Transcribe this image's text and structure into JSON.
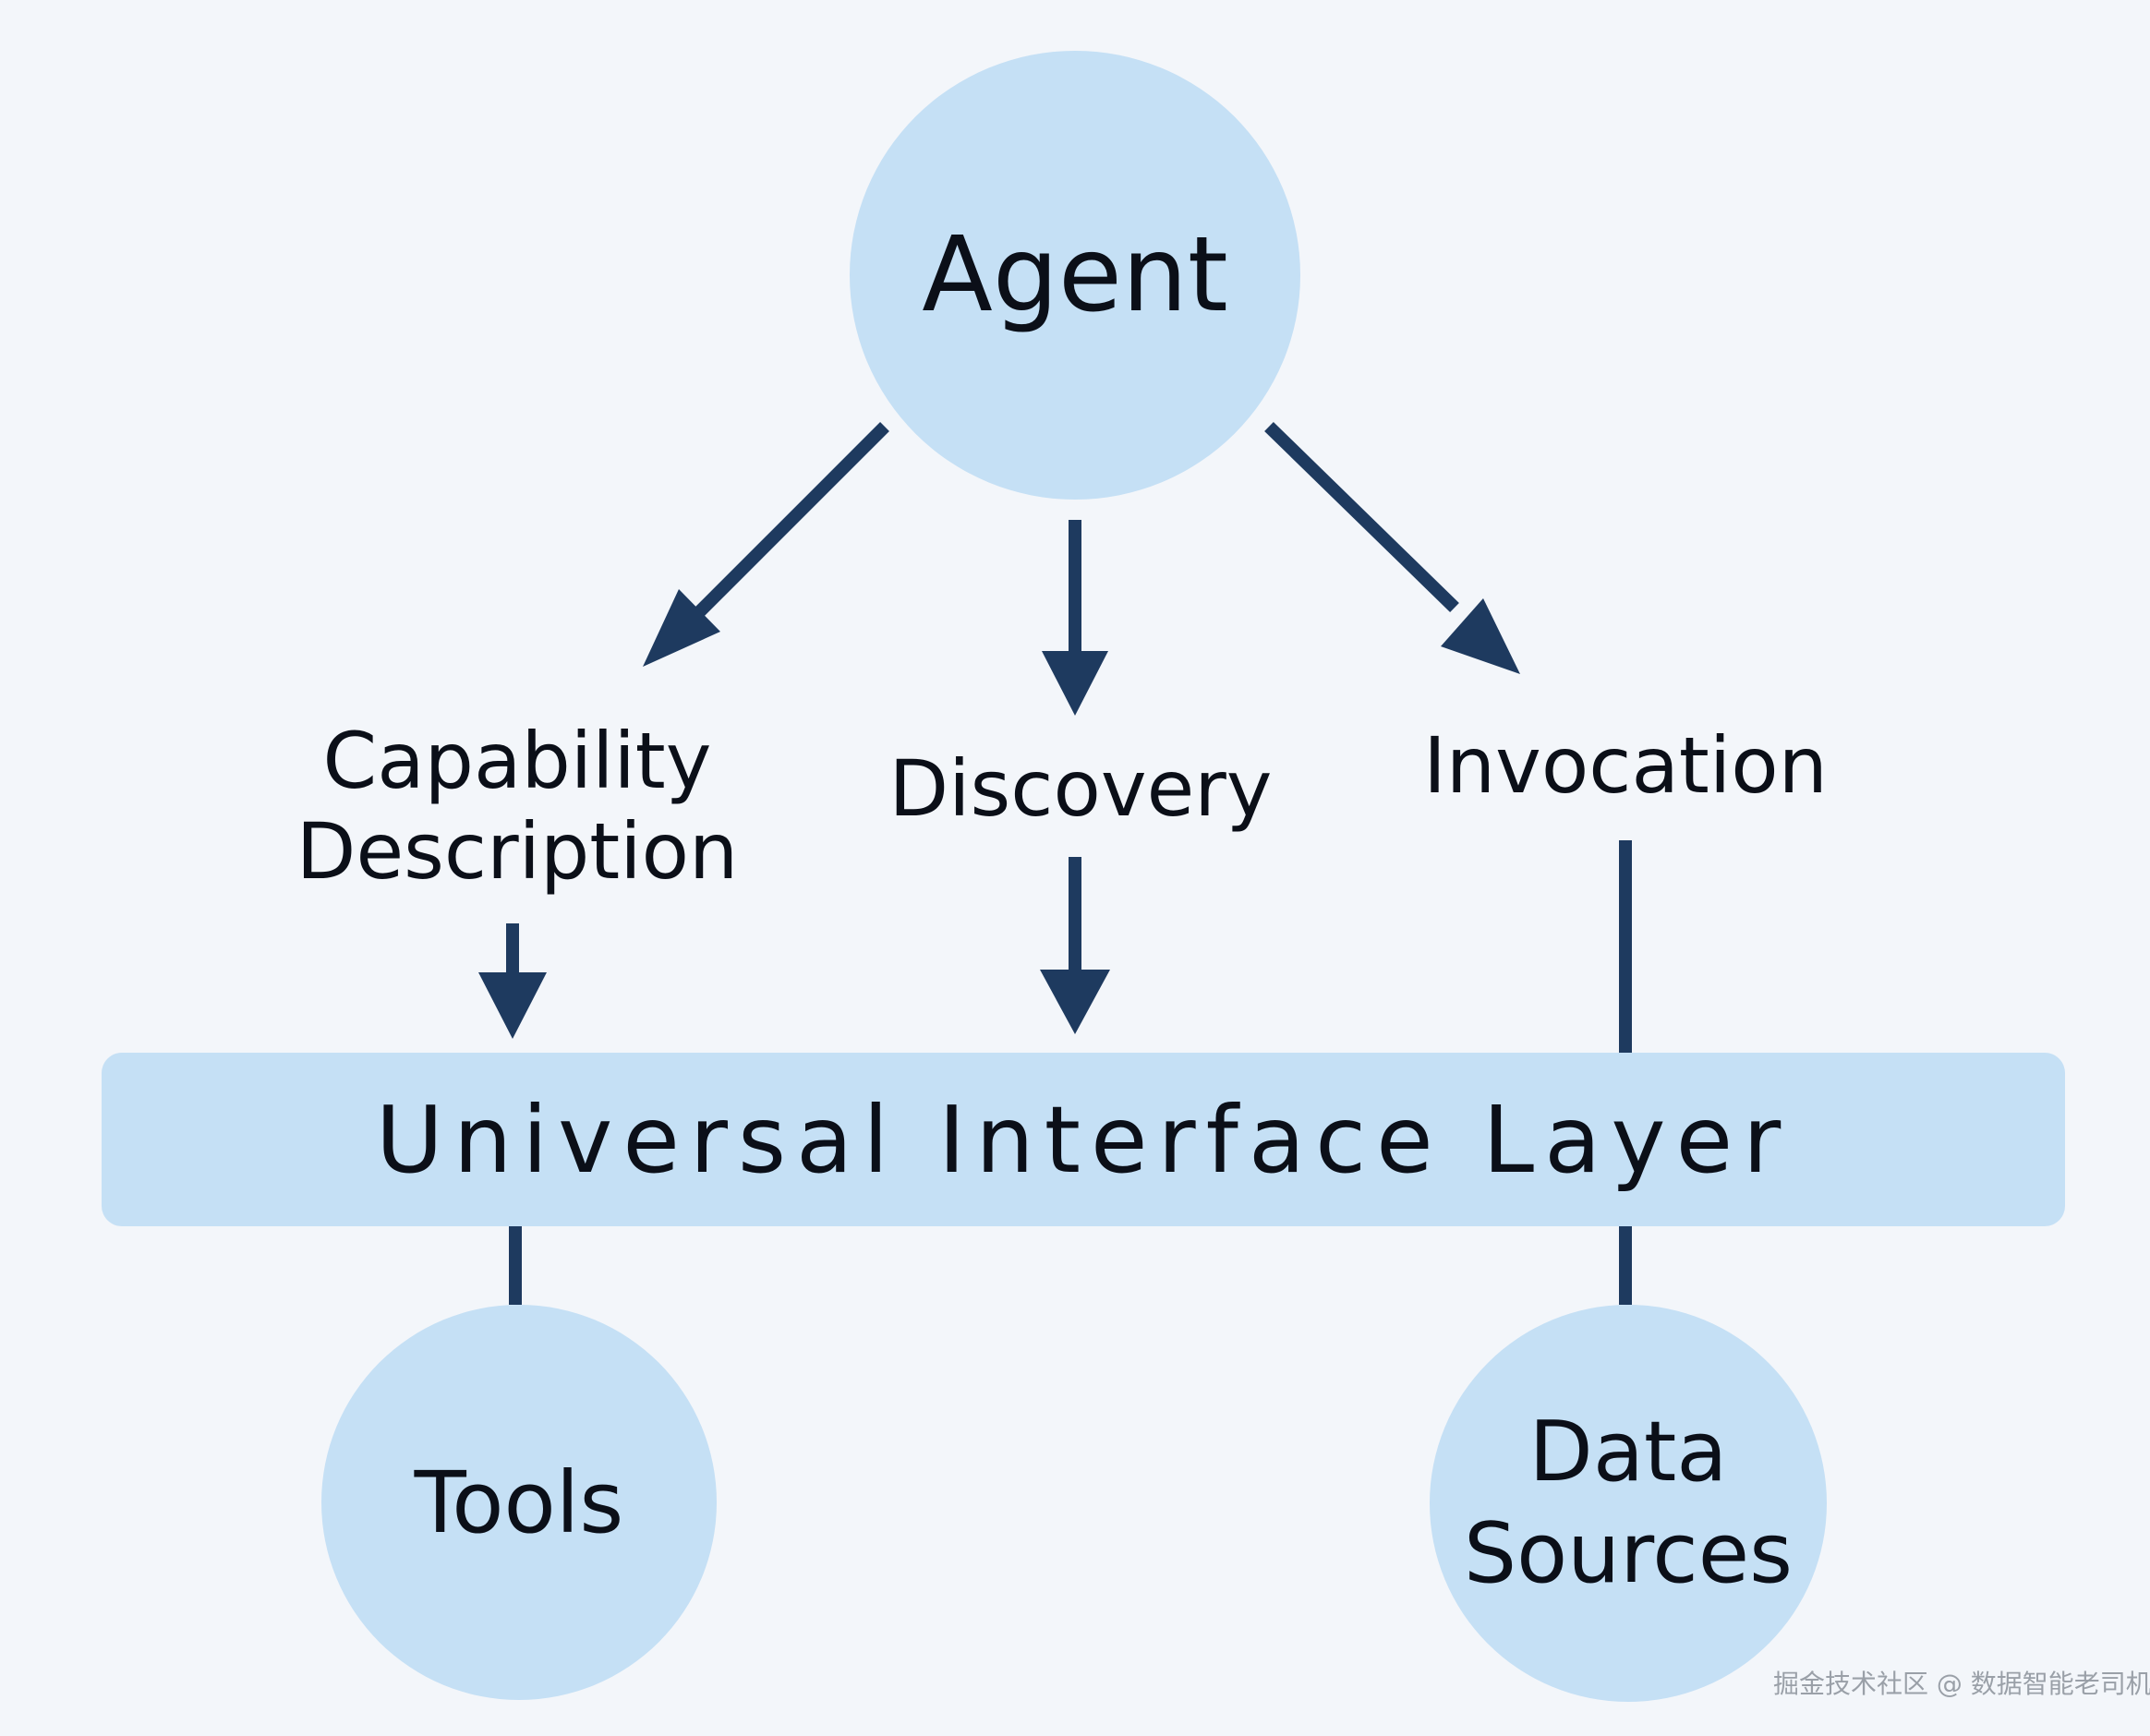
{
  "nodes": {
    "agent": "Agent",
    "tools": "Tools",
    "data_sources_line1": "Data",
    "data_sources_line2": "Sources"
  },
  "layer": {
    "label": "Universal Interface Layer"
  },
  "edges": {
    "capability_line1": "Capability",
    "capability_line2": "Description",
    "discovery": "Discovery",
    "invocation": "Invocation"
  },
  "watermark": "掘金技术社区 @ 数据智能老司机",
  "colors": {
    "node_fill": "#c5e0f5",
    "arrow": "#1e3a5f",
    "background": "#f3f6fa"
  }
}
